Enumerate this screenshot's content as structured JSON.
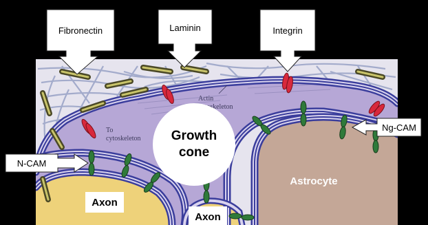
{
  "labels": {
    "fibronectin": "Fibronectin",
    "laminin": "Laminin",
    "integrin": "Integrin",
    "ng_cam": "Ng-CAM",
    "n_cam": "N-CAM",
    "growth_cone": [
      "Growth",
      "cone"
    ],
    "astrocyte": "Astrocyte",
    "axon_left": "Axon",
    "axon_bottom": "Axon",
    "actin": [
      "Actin",
      "cytoskeleton"
    ],
    "to_cytoskeleton": [
      "To",
      "cytoskeleton"
    ]
  },
  "colors": {
    "background": "#000000",
    "panel": "#e8e6ef",
    "growth_cone_fill": "#b7a8d6",
    "astrocyte_fill": "#c5a999",
    "axon_fill": "#eed27a",
    "membrane": "#3c3f9e",
    "integrin": "#d8283c",
    "cam": "#2f7a3a",
    "fiber": "#9ea7c6",
    "rod": "#6b6a3b",
    "rod_highlight": "#c8c46a"
  }
}
